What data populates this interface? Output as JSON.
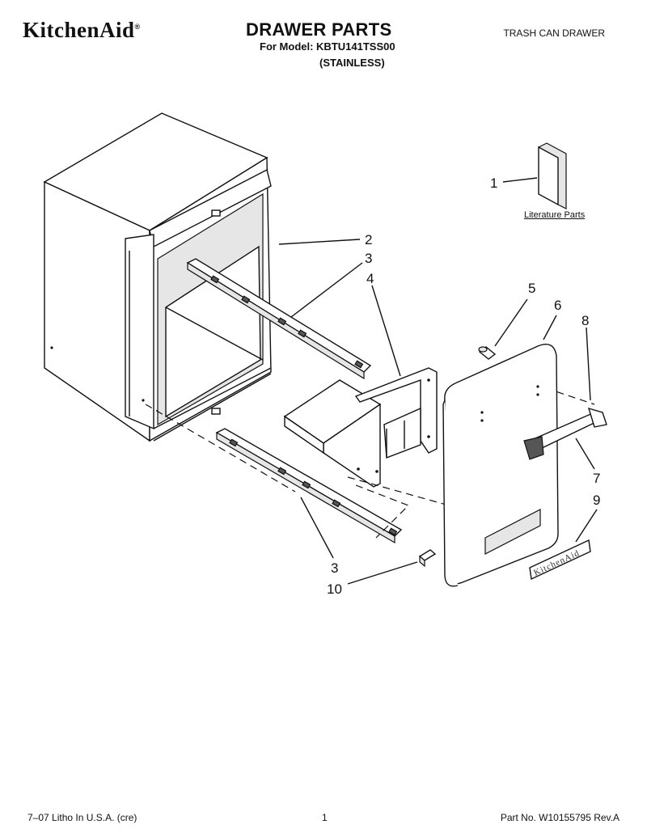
{
  "header": {
    "brand": "KitchenAid",
    "brand_mark": "®",
    "title": "DRAWER PARTS",
    "model_line": "For Model: KBTU141TSS00",
    "variant": "(STAINLESS)",
    "section": "TRASH CAN DRAWER"
  },
  "literature_label": "Literature Parts",
  "callouts": {
    "c1": "1",
    "c2": "2",
    "c3a": "3",
    "c4": "4",
    "c5": "5",
    "c6": "6",
    "c8": "8",
    "c7": "7",
    "c9": "9",
    "c3b": "3",
    "c10": "10"
  },
  "badge_text": "KitchenAid",
  "footer": {
    "litho": "7–07 Litho In U.S.A. (cre)",
    "page": "1",
    "part_no": "Part No. W10155795 Rev.A"
  }
}
